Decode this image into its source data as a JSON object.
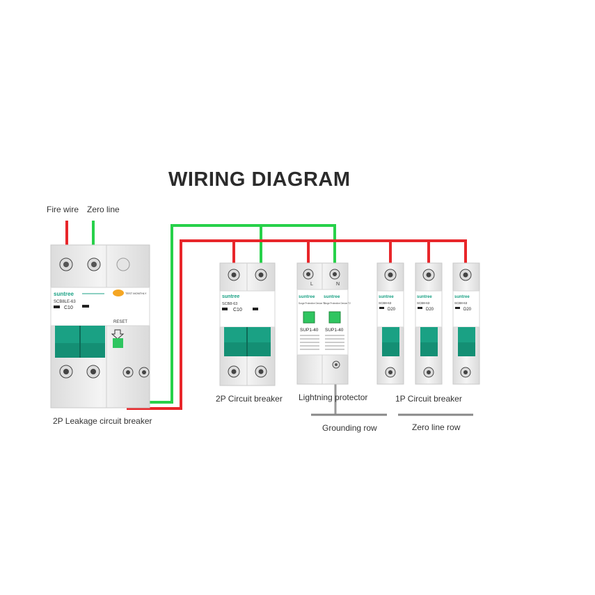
{
  "title": "WIRING DIAGRAM",
  "inputs": {
    "fire_wire": "Fire wire",
    "zero_line": "Zero line"
  },
  "colors": {
    "live": "#e8262a",
    "neutral": "#27d14a",
    "ground": "#888888",
    "teal": "#1aa184",
    "body": "#ececec"
  },
  "leakage_breaker": {
    "caption": "2P Leakage circuit breaker",
    "brand": "suntree",
    "model": "SCB8LE-63",
    "rating": "C10",
    "test_label": "TEST MONTHLY",
    "reset_label": "RESET"
  },
  "breaker_2p": {
    "caption": "2P Circuit breaker",
    "model": "SCB8-63",
    "rating": "C10"
  },
  "protector": {
    "caption": "Lightning protector",
    "brand": "suntree",
    "subtitle": "Surge Protective Device T2",
    "model": "SUP1-40",
    "terminal_l": "L",
    "terminal_n": "N"
  },
  "breakers_1p": {
    "caption": "1P Circuit breaker",
    "model": "SCB8-63",
    "rating": "D20",
    "count": 3
  },
  "rows": {
    "grounding": "Grounding row",
    "zero_line": "Zero line row"
  }
}
